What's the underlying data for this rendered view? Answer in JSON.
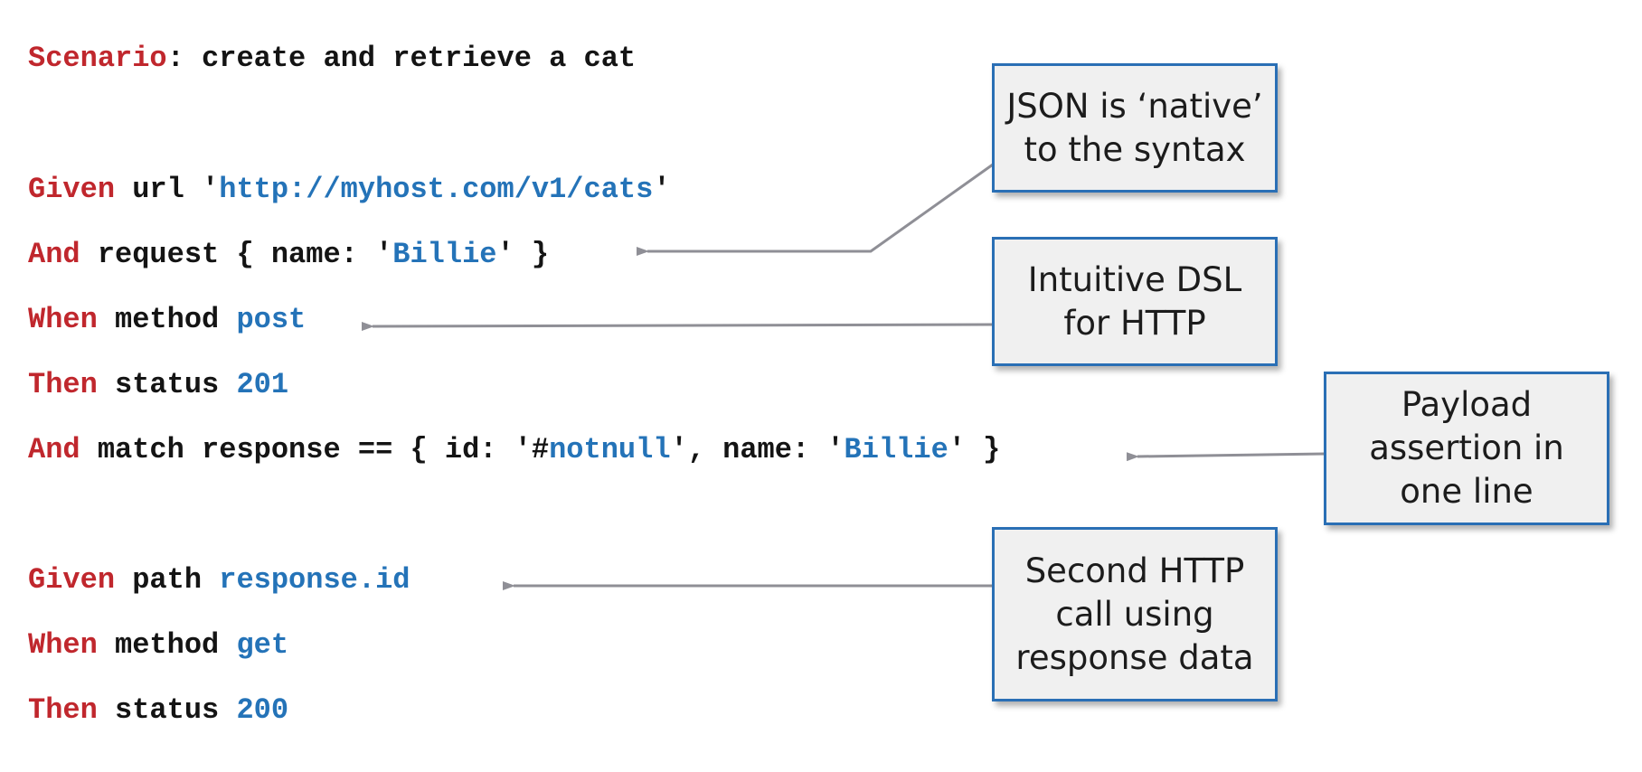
{
  "code_lines": [
    [
      {
        "t": "Scenario",
        "k": "kw"
      },
      {
        "t": ": create and retrieve a cat",
        "k": "txt"
      }
    ],
    [
      {
        "t": "Given",
        "k": "kw"
      },
      {
        "t": " url '",
        "k": "txt"
      },
      {
        "t": "http://myhost.com/v1/cats",
        "k": "val"
      },
      {
        "t": "'",
        "k": "txt"
      }
    ],
    [
      {
        "t": "And",
        "k": "kw"
      },
      {
        "t": " request { name: '",
        "k": "txt"
      },
      {
        "t": "Billie",
        "k": "val"
      },
      {
        "t": "' }",
        "k": "txt"
      }
    ],
    [
      {
        "t": "When",
        "k": "kw"
      },
      {
        "t": " method ",
        "k": "txt"
      },
      {
        "t": "post",
        "k": "val"
      }
    ],
    [
      {
        "t": "Then",
        "k": "kw"
      },
      {
        "t": " status ",
        "k": "txt"
      },
      {
        "t": "201",
        "k": "val"
      }
    ],
    [
      {
        "t": "And",
        "k": "kw"
      },
      {
        "t": " match response == { id: '#",
        "k": "txt"
      },
      {
        "t": "notnull",
        "k": "val"
      },
      {
        "t": "', name: '",
        "k": "txt"
      },
      {
        "t": "Billie",
        "k": "val"
      },
      {
        "t": "' }",
        "k": "txt"
      }
    ],
    [
      {
        "t": "Given",
        "k": "kw"
      },
      {
        "t": " path ",
        "k": "txt"
      },
      {
        "t": "response.id",
        "k": "val"
      }
    ],
    [
      {
        "t": "When",
        "k": "kw"
      },
      {
        "t": " method ",
        "k": "txt"
      },
      {
        "t": "get",
        "k": "val"
      }
    ],
    [
      {
        "t": "Then",
        "k": "kw"
      },
      {
        "t": " status ",
        "k": "txt"
      },
      {
        "t": "200",
        "k": "val"
      }
    ]
  ],
  "callouts": {
    "json_native": "JSON is ‘native’\nto the syntax",
    "intuitive_dsl": "Intuitive DSL\nfor HTTP",
    "payload_assertion": "Payload\nassertion in\none line",
    "second_call": "Second HTTP\ncall using\nresponse data"
  },
  "colors": {
    "keyword": "#c0272d",
    "value": "#2473b8",
    "text": "#141414",
    "callout_border": "#2a6fb5",
    "callout_fill": "#f0f0f0",
    "arrow": "#8f8f96"
  }
}
